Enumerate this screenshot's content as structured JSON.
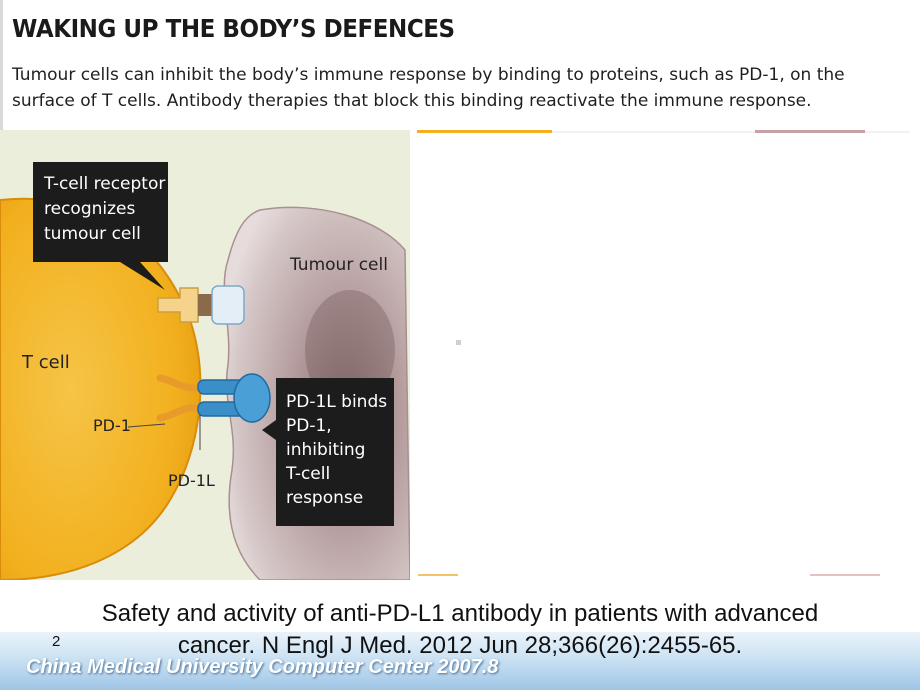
{
  "header": {
    "title": "WAKING UP THE BODY’S DEFENCES",
    "subtitle": "Tumour cells can inhibit the body’s immune response by binding to proteins, such as PD-1, on the surface of T cells. Antibody therapies that block this binding reactivate the immune response."
  },
  "diagram": {
    "callout_top": [
      "T-cell receptor",
      "recognizes",
      "tumour cell"
    ],
    "callout_bottom": [
      "PD-1L binds",
      "PD-1,",
      "inhibiting",
      "T-cell",
      "response"
    ],
    "label_t_cell": "T cell",
    "label_tumour_cell": "Tumour cell",
    "label_pd1": "PD-1",
    "label_pd1l": "PD-1L",
    "colors": {
      "t_cell": "#f2b01e",
      "tumour_cell": "#c9b6b6",
      "receptor": "#f5d38a",
      "pd1": "#e89a2a",
      "pd1l": "#3a8fc8",
      "callout_bg": "#1c1c1c"
    }
  },
  "citation": {
    "line1": "Safety and activity of anti-PD-L1 antibody in patients with advanced",
    "line2": "cancer. N Engl J Med. 2012 Jun 28;366(26):2455-65."
  },
  "footer": {
    "page_number": "2",
    "text": "China Medical  University  Computer Center  2007.8"
  }
}
